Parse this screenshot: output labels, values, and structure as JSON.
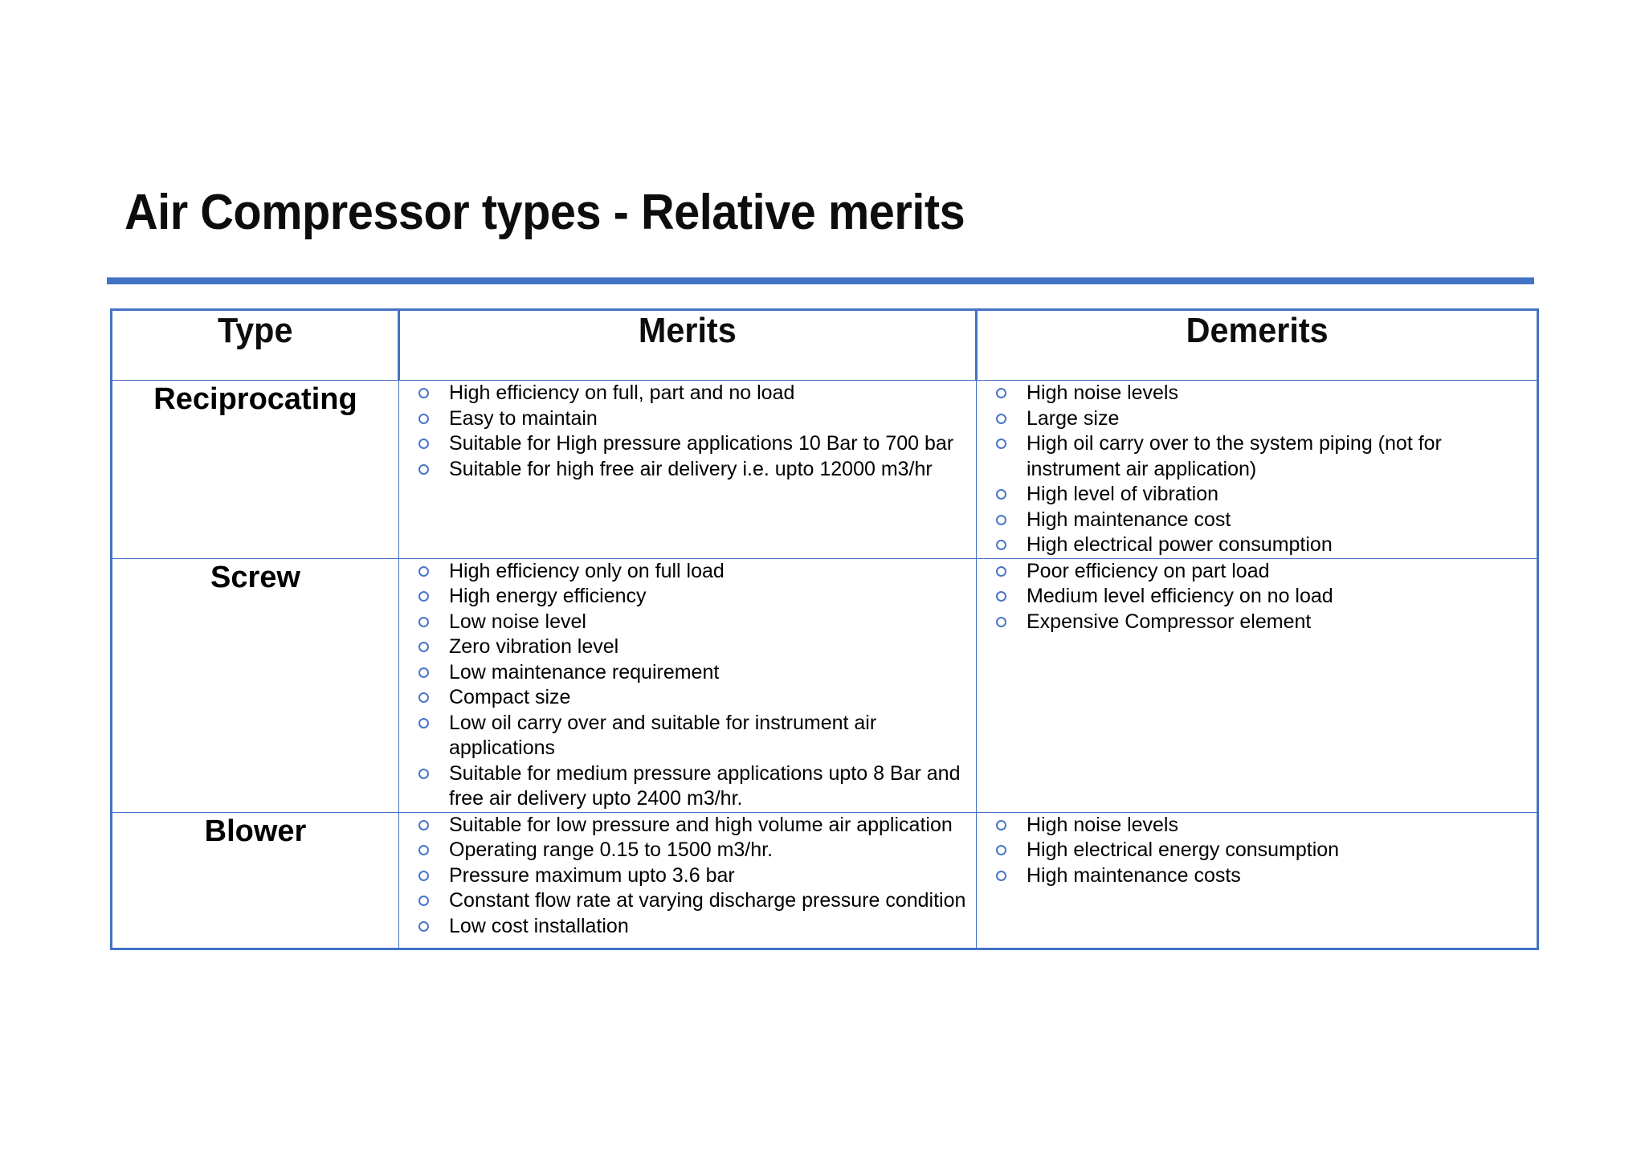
{
  "slide": {
    "title": "Air Compressor types - Relative merits",
    "accent_color": "#4472c4",
    "bullet_color": "#4a76c7",
    "background_color": "#ffffff"
  },
  "table": {
    "headers": {
      "type": "Type",
      "merits": "Merits",
      "demerits": "Demerits"
    },
    "rows": [
      {
        "type": "Reciprocating",
        "merits": [
          "High efficiency on full, part and no load",
          "Easy to maintain",
          "Suitable for High pressure applications 10 Bar to 700  bar",
          "Suitable for high free air delivery i.e. upto 12000 m3/hr"
        ],
        "demerits": [
          "High noise levels",
          "Large size",
          "High oil carry over  to the system piping (not for instrument air application)",
          "High level of vibration",
          "High maintenance cost",
          "High electrical power consumption"
        ]
      },
      {
        "type": "Screw",
        "merits": [
          "High efficiency only on full load",
          "High energy efficiency",
          "Low noise level",
          "Zero vibration level",
          "Low maintenance requirement",
          "Compact size",
          "Low oil carry over and suitable for  instrument air applications",
          "Suitable for  medium pressure applications upto  8 Bar  and free air delivery upto 2400 m3/hr."
        ],
        "demerits": [
          "Poor efficiency on part load",
          "Medium level efficiency on no load",
          "Expensive Compressor element"
        ]
      },
      {
        "type": "Blower",
        "merits": [
          "Suitable for low pressure and  high volume air application",
          "Operating range 0.15 to 1500 m3/hr.",
          "Pressure  maximum upto 3.6 bar",
          "Constant flow rate at varying discharge pressure condition",
          "Low cost installation"
        ],
        "demerits": [
          "High noise levels",
          "High electrical energy consumption",
          "High maintenance costs"
        ]
      }
    ]
  }
}
